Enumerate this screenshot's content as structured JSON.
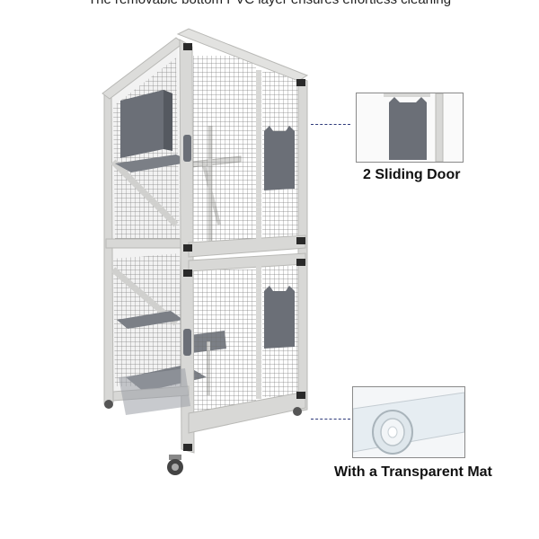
{
  "headline": "The removable bottom PVC layer ensures effortless cleaning",
  "callouts": [
    {
      "label": "2 Sliding Door"
    },
    {
      "label": "With a Transparent Mat"
    }
  ],
  "colors": {
    "frame": "#d8d8d6",
    "frame_edge": "#b9b9b6",
    "mesh": "#6f6f6f",
    "panel": "#6b6f77",
    "accent_line": "#2e3a7a",
    "hardware": "#2a2a2a"
  }
}
